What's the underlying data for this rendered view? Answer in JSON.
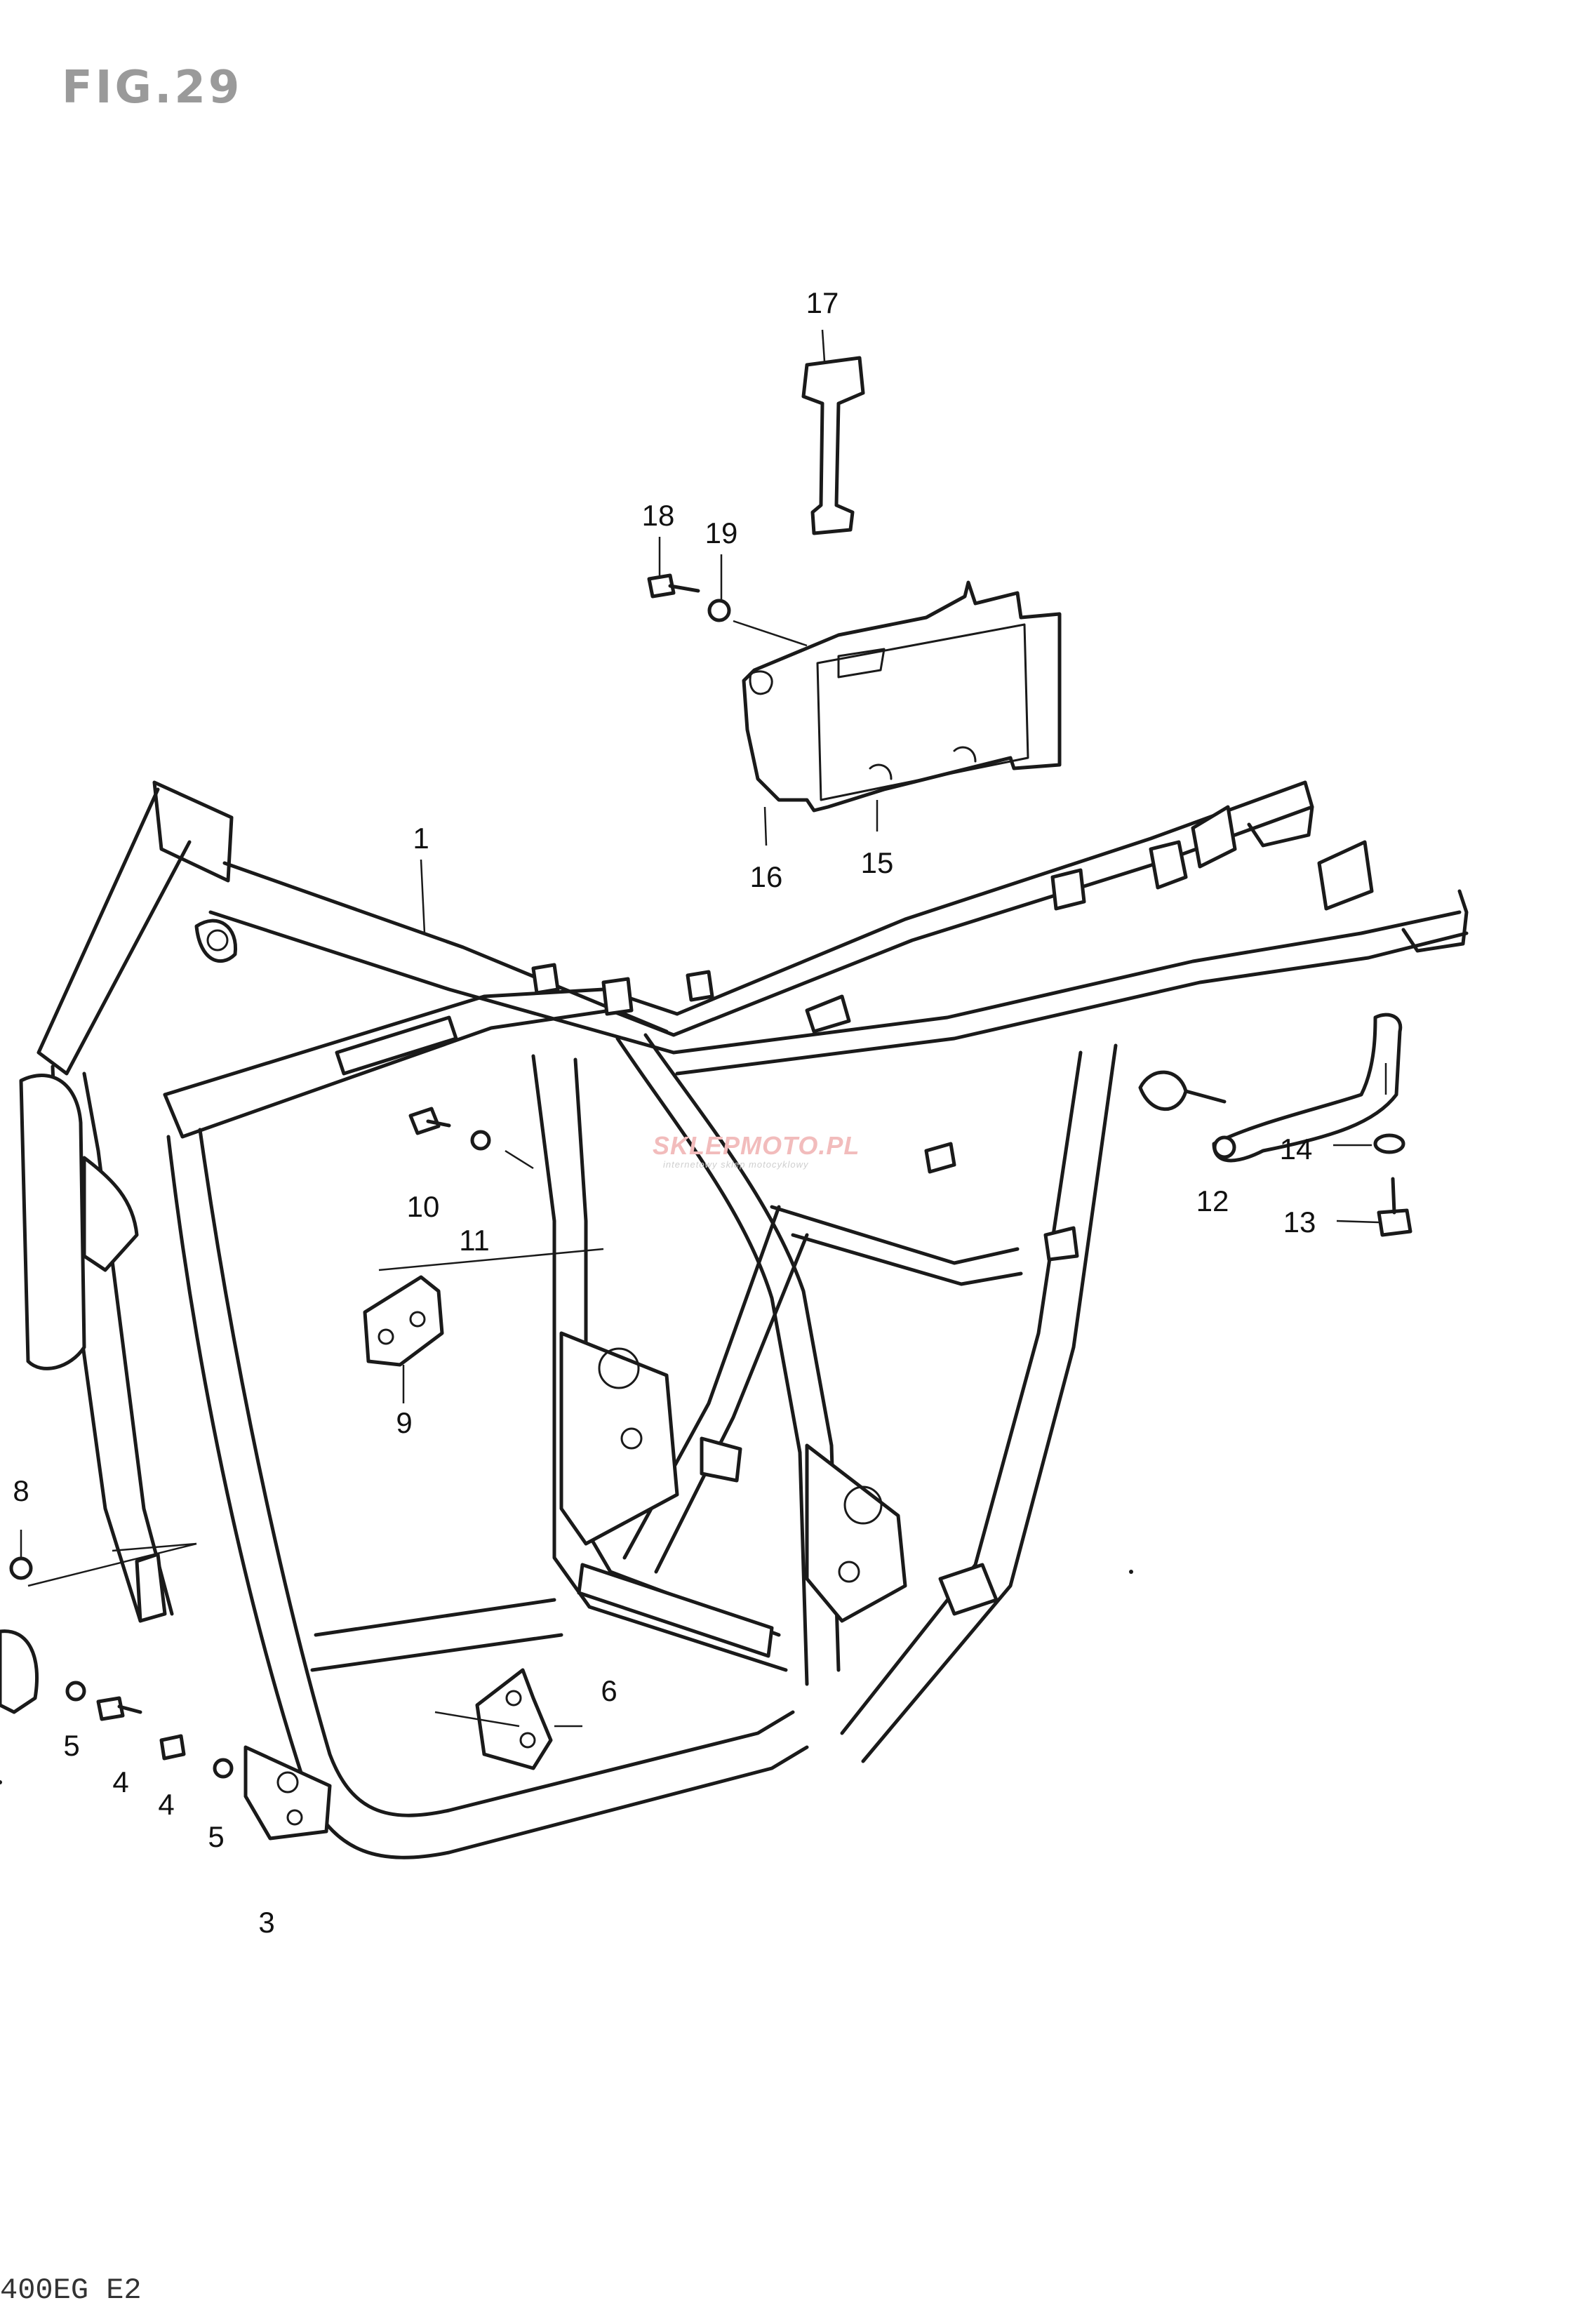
{
  "figure": {
    "title": "FIG.29",
    "model_code": "400EG E2"
  },
  "watermark": {
    "text": "SKLEPMOTO.PL",
    "subtext": "internetowy sklep motocyklowy"
  },
  "callouts": [
    {
      "id": "c1",
      "label": "1"
    },
    {
      "id": "c3",
      "label": "3"
    },
    {
      "id": "c4a",
      "label": "4"
    },
    {
      "id": "c4b",
      "label": "4"
    },
    {
      "id": "c5a",
      "label": "5"
    },
    {
      "id": "c5b",
      "label": "5"
    },
    {
      "id": "c6",
      "label": "6"
    },
    {
      "id": "c8",
      "label": "8"
    },
    {
      "id": "c9",
      "label": "9"
    },
    {
      "id": "c10",
      "label": "10"
    },
    {
      "id": "c11",
      "label": "11"
    },
    {
      "id": "c12",
      "label": "12"
    },
    {
      "id": "c13",
      "label": "13"
    },
    {
      "id": "c14",
      "label": "14"
    },
    {
      "id": "c15",
      "label": "15"
    },
    {
      "id": "c16",
      "label": "16"
    },
    {
      "id": "c17",
      "label": "17"
    },
    {
      "id": "c18",
      "label": "18"
    },
    {
      "id": "c19",
      "label": "19"
    }
  ]
}
